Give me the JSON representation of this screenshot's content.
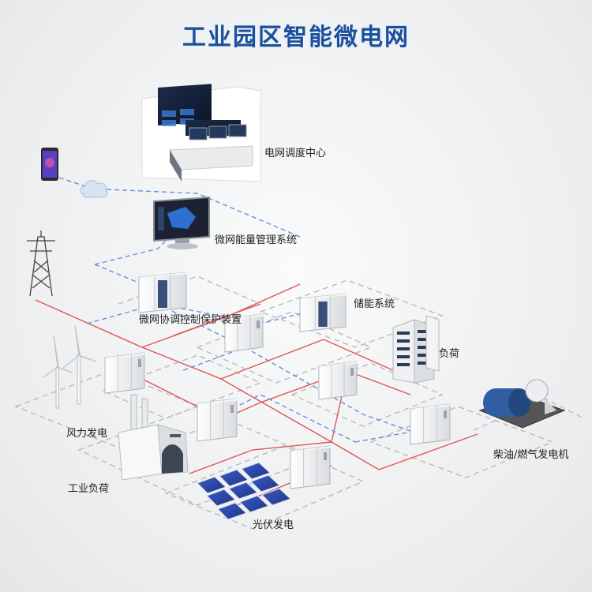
{
  "title": "工业园区智能微电网",
  "labels": {
    "dispatch_center": "电网调度中心",
    "ems": "微网能量管理系统",
    "protection": "微网协调控制保护装置",
    "storage": "储能系统",
    "load": "负荷",
    "generator": "柴油/燃气发电机",
    "wind": "风力发电",
    "industrial": "工业负荷",
    "pv": "光伏发电"
  },
  "colors": {
    "title": "#1a4fa0",
    "power_line": "#e05555",
    "comm_line": "#6b8fd6",
    "ground_line": "#bdbdbd"
  },
  "icons": [
    "smartphone-icon",
    "cloud-icon",
    "transmission-tower-icon",
    "wind-turbine-icon",
    "solar-panel-icon",
    "factory-icon",
    "building-icon",
    "generator-icon",
    "monitor-icon",
    "cabinet-icon"
  ]
}
